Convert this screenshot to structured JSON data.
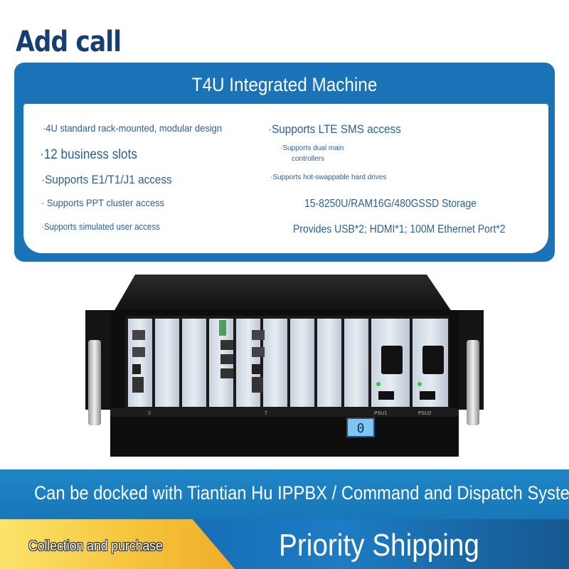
{
  "page": {
    "title": "Add call"
  },
  "card": {
    "title": "T4U Integrated Machine",
    "features_left": [
      "·4U standard rack-mounted, modular design",
      "·12 business slots",
      "·Supports E1/T1/J1 access",
      "· Supports PPT cluster access",
      "·Supports simulated user access"
    ],
    "features_right": {
      "lte": "·Supports LTE SMS access",
      "dual_main_line1": "·Supports dual main",
      "dual_main_line2": "controllers",
      "hot_swap": "·Supports hot-swappable hard drives",
      "spec": "15-8250U/RAM16G/480GSSD Storage",
      "ports": "Provides USB*2; HDMI*1; 100M Ethernet Port*2"
    }
  },
  "product": {
    "slot_labels": [
      "2",
      "7",
      "PSU1",
      "PSU2"
    ],
    "display_value": "0"
  },
  "banner": {
    "dock_text": "Can be docked with Tiantian Hu IPPBX / Command and Dispatch System",
    "collect_label": "Collection and purchase",
    "shipping_label": "Priority Shipping"
  },
  "colors": {
    "title_blue": "#163e72",
    "card_blue": "#1a73b6",
    "text_blue": "#2b5f94",
    "band_blue": "#1f86c5",
    "accent_yellow": "#f5c23a"
  }
}
